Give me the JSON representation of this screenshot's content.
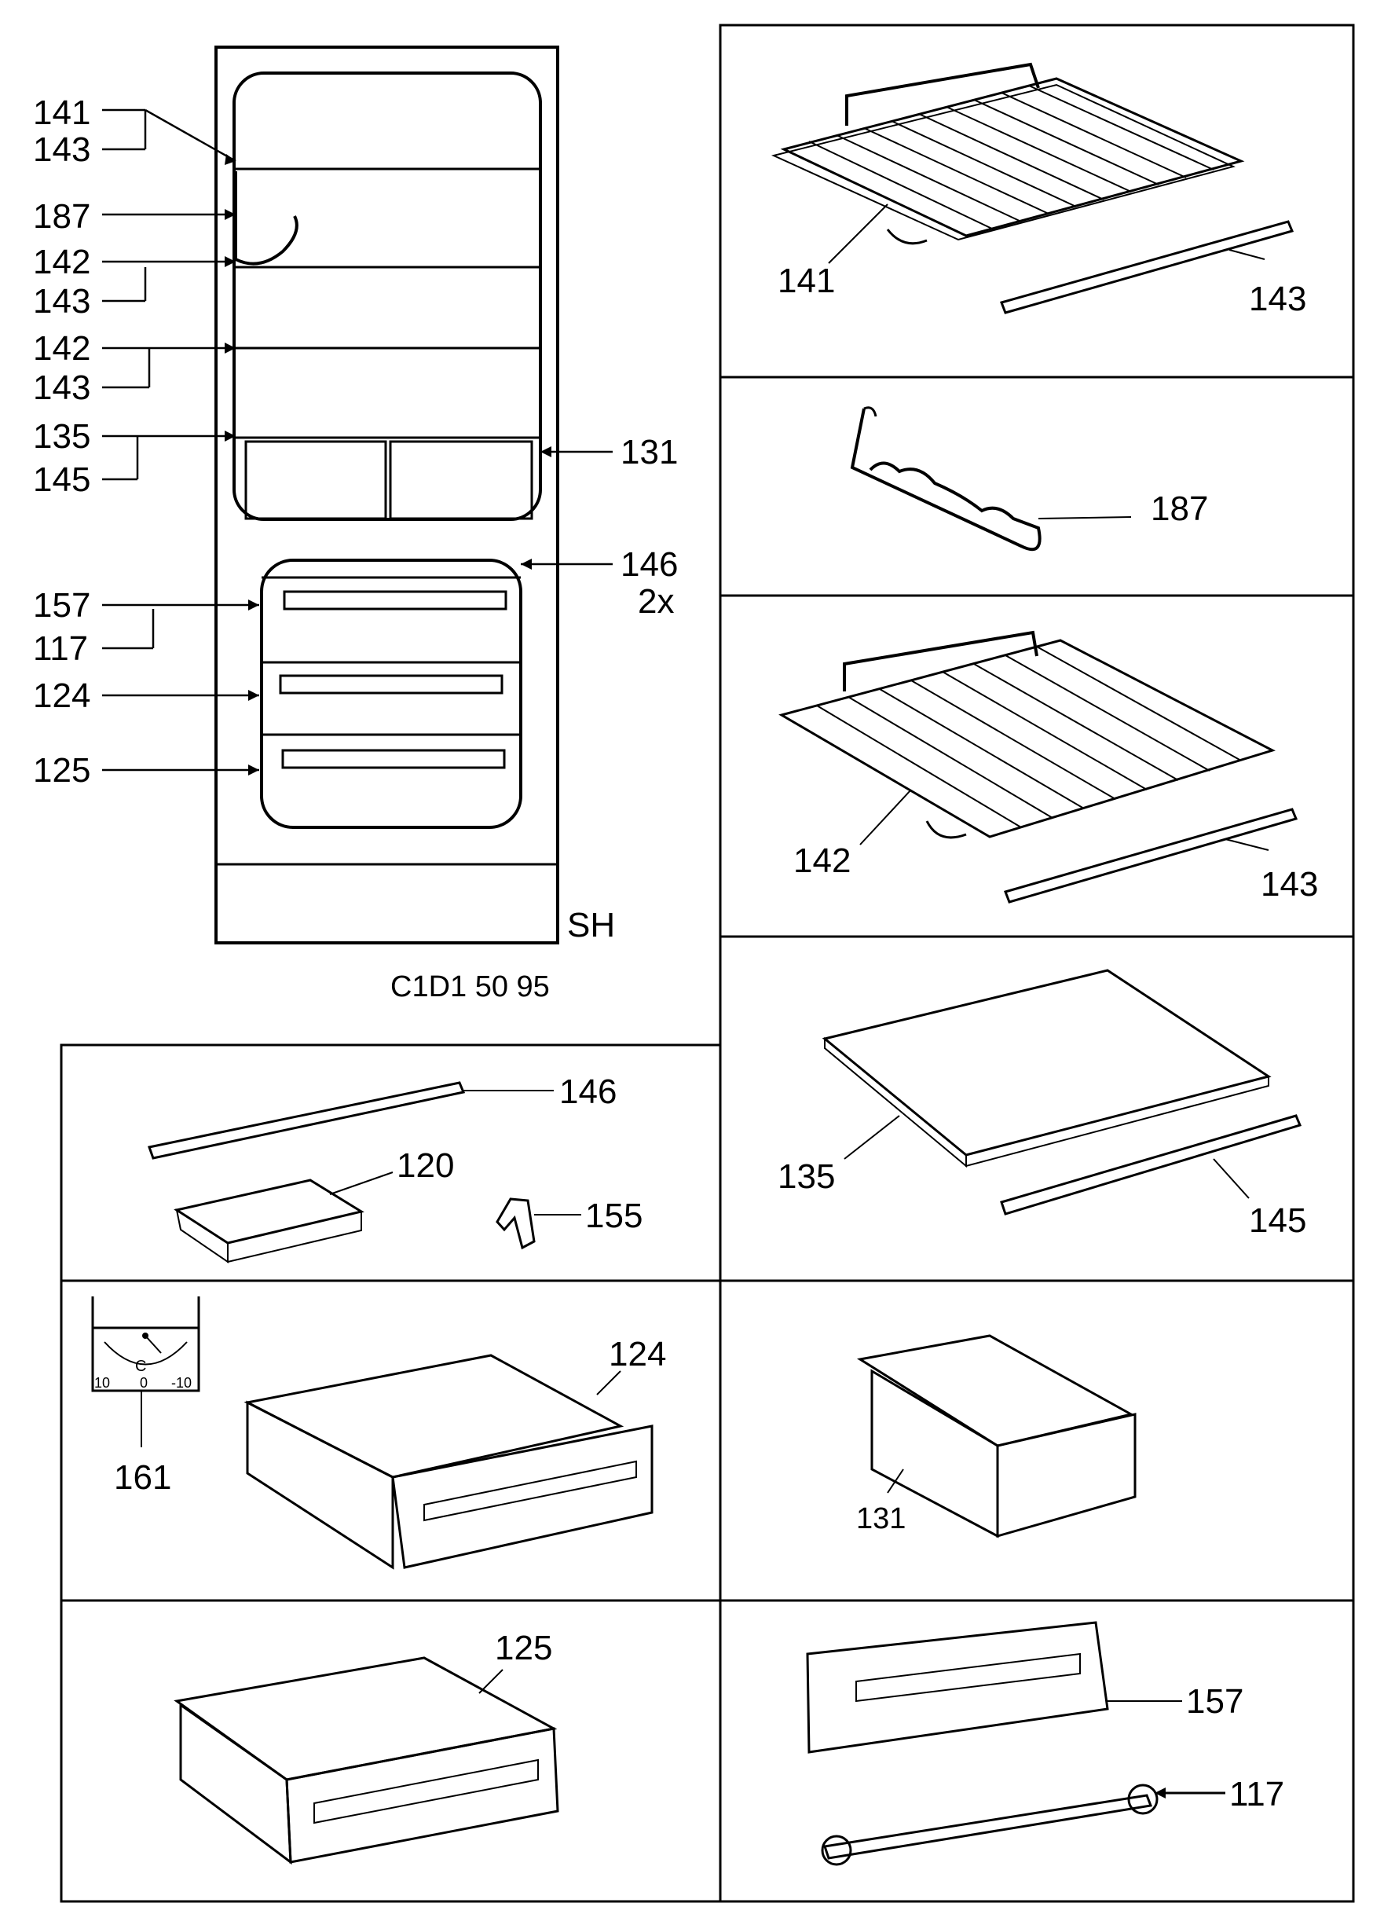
{
  "overview": {
    "labels": {
      "l141": "141",
      "l143a": "143",
      "l187": "187",
      "l142a": "142",
      "l143b": "143",
      "l142b": "142",
      "l143c": "143",
      "l135": "135",
      "l145": "145",
      "l131": "131",
      "l146": "146",
      "l146qty": "2x",
      "l157": "157",
      "l117": "117",
      "l124": "124",
      "l125": "125"
    },
    "corner_mark": "SH",
    "drawing_code": "C1D1 50 95"
  },
  "panels": {
    "shelf_141": {
      "part": "141",
      "strip": "143"
    },
    "bottle_rack": {
      "part": "187"
    },
    "shelf_142": {
      "part": "142",
      "strip": "143"
    },
    "glass_shelf": {
      "part": "135",
      "strip": "145"
    },
    "accessories": {
      "strip": "146",
      "ice_tray": "120",
      "clip": "155"
    },
    "thermometer_drawer": {
      "thermometer": "161",
      "drawer": "124",
      "dial_letter": "C",
      "scale_left": "10",
      "scale_mid": "0",
      "scale_right": "-10"
    },
    "crisper": {
      "part": "131"
    },
    "drawer_125": {
      "part": "125"
    },
    "front_panel": {
      "front": "157",
      "runner": "117"
    }
  }
}
